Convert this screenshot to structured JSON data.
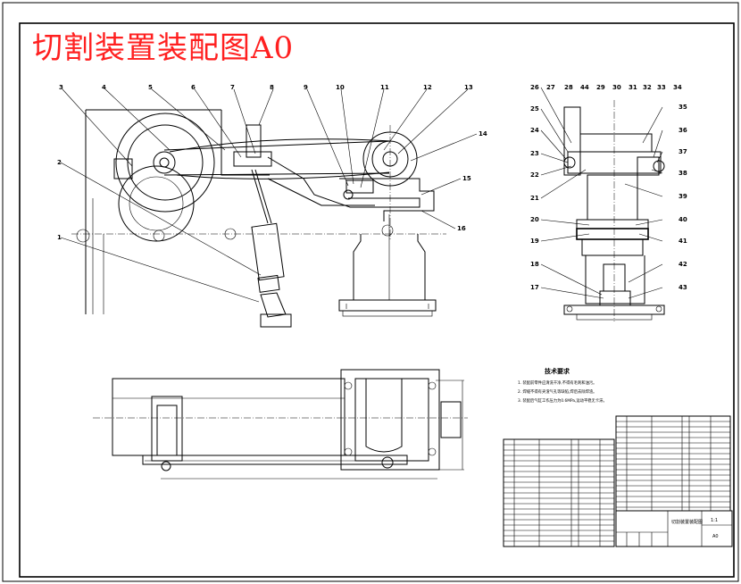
{
  "title": "切割装置装配图A0",
  "colors": {
    "title": "#ff2020",
    "line": "#000000",
    "paper": "#ffffff"
  },
  "front_view_callouts": [
    "1",
    "2",
    "3",
    "4",
    "5",
    "6",
    "7",
    "8",
    "9",
    "10",
    "11",
    "12",
    "13",
    "14",
    "15",
    "16"
  ],
  "side_view_callouts_left": [
    "26",
    "25",
    "24",
    "23",
    "22",
    "21",
    "20",
    "19",
    "18",
    "17"
  ],
  "side_view_callouts_top": [
    "27",
    "28",
    "44",
    "29",
    "30",
    "31",
    "32",
    "33",
    "34"
  ],
  "side_view_callouts_right": [
    "35",
    "36",
    "37",
    "38",
    "39",
    "40",
    "41",
    "42",
    "43"
  ],
  "tech_req": {
    "heading": "技术要求",
    "items": [
      "1. 装配前零件应清洗干净,不得有毛刺和油污。",
      "2. 焊缝不得有夹渣气孔等缺陷,焊后去除焊渣。",
      "3. 装配后气缸工作压力为0.6MPa,运动平稳无卡滞。"
    ]
  },
  "title_block": {
    "name": "切割装置装配图",
    "scale": "1:1",
    "sheet": "A0"
  }
}
